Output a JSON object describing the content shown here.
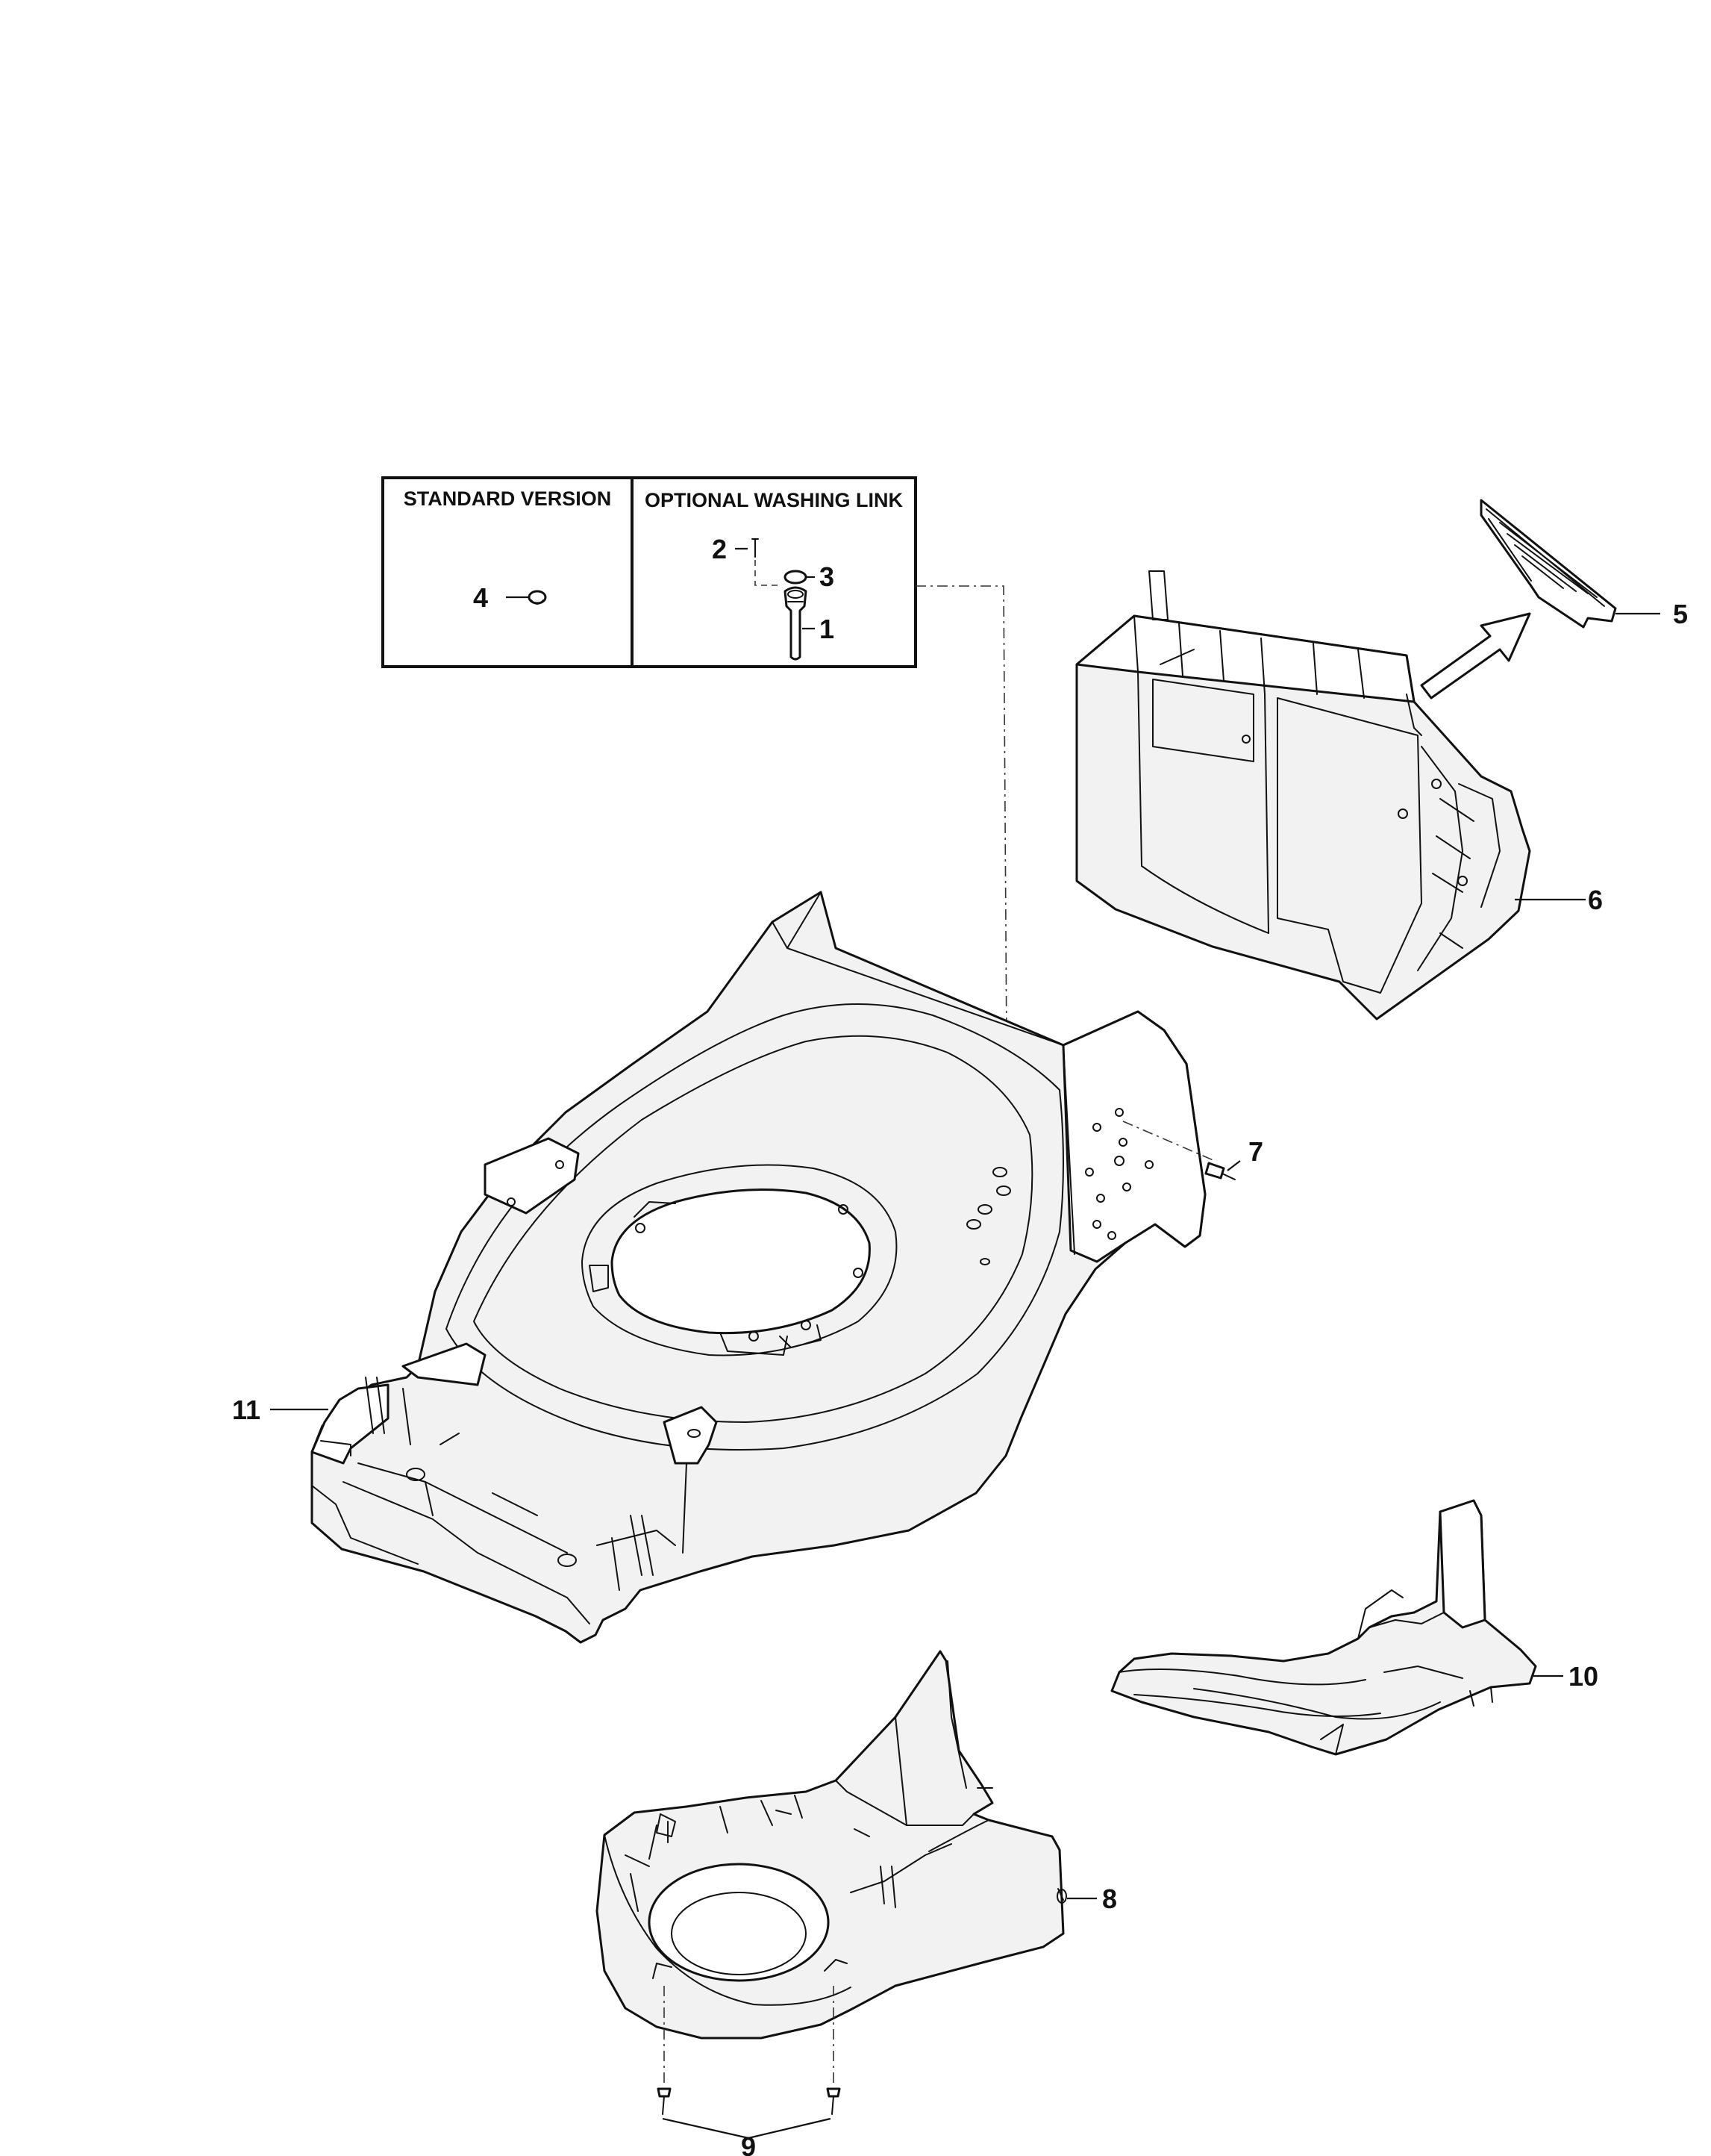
{
  "legend": {
    "standard_title": "STANDARD VERSION",
    "optional_title": "OPTIONAL WASHING LINK"
  },
  "callouts": {
    "c1": "1",
    "c2": "2",
    "c3": "3",
    "c4": "4",
    "c5": "5",
    "c6": "6",
    "c7": "7",
    "c8": "8",
    "c9": "9",
    "c10": "10",
    "c11": "11"
  }
}
